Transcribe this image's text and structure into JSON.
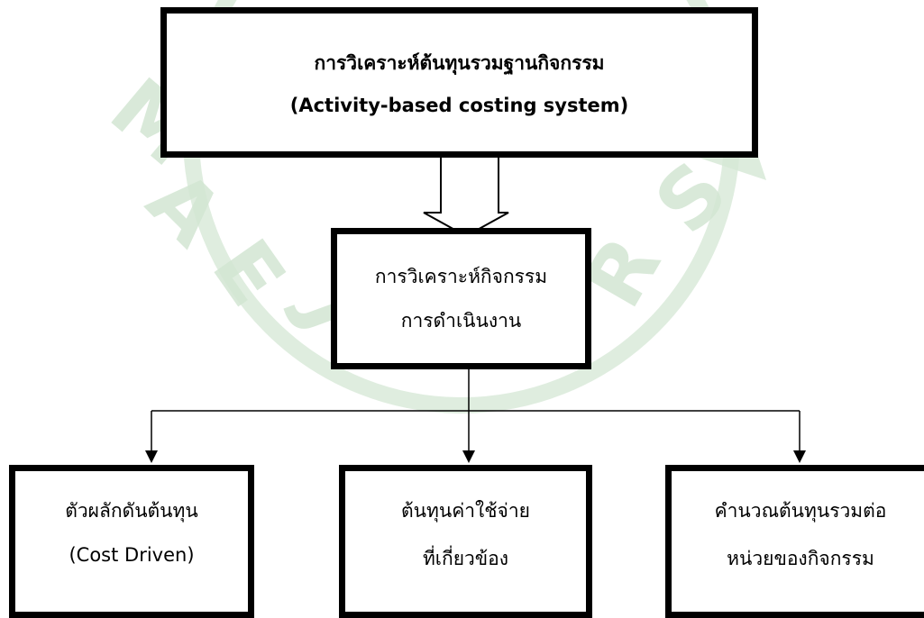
{
  "diagram": {
    "top_box": {
      "line1": "การวิเคราะห์ต้นทุนรวมฐานกิจกรรม",
      "line2": "(Activity-based costing system)"
    },
    "middle_box": {
      "line1": "การวิเคราะห์กิจกรรม",
      "line2": "การดำเนินงาน"
    },
    "bottom_boxes": [
      {
        "line1": "ตัวผลักดันต้นทุน",
        "line2": "(Cost Driven)"
      },
      {
        "line1": "ต้นทุนค่าใช้จ่าย",
        "line2": "ที่เกี่ยวข้อง"
      },
      {
        "line1": "คำนวณต้นทุนรวมต่อ",
        "line2": "หน่วยของกิจกรรม"
      }
    ],
    "watermark": {
      "text": "MAEJO UNIVERSITY",
      "color": "#cfe4cf"
    }
  }
}
